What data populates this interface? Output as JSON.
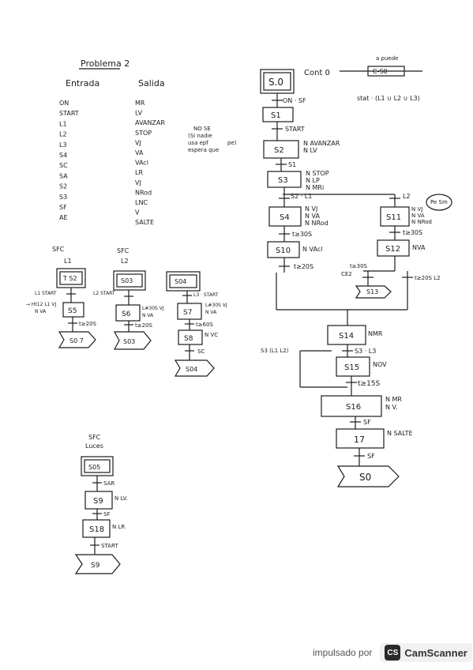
{
  "title": "Problema 2",
  "inputs_header": "Entrada",
  "outputs_header": "Salida",
  "io_table": {
    "inputs": [
      "ON",
      "START",
      "L1",
      "L2",
      "L3",
      "S4",
      "SC",
      "SA",
      "S2",
      "S3",
      "SF",
      "AE"
    ],
    "outputs": [
      "MR",
      "LV",
      "AVANZAR",
      "STOP",
      "VJ",
      "VA",
      "VAcl",
      "LR",
      "VJ",
      "NRod",
      "LNC",
      "V",
      "SALTE"
    ]
  },
  "main_sfc": {
    "steps": {
      "s0": "S.0",
      "s1": "S1",
      "s2": "S2",
      "s3": "S3",
      "s4": "S4",
      "s10": "S10",
      "s11": "S11",
      "s12": "S12",
      "s13": "S13",
      "s14": "S14",
      "s15": "S15",
      "s16": "S16",
      "s17": "17",
      "jump_s0": "S0",
      "jump_s13": "S13"
    },
    "labels": {
      "cont0": "Cont 0",
      "counter_value": "C-S0",
      "counter_top": "a puede",
      "on_sf": "ON · SF",
      "stat": "stat · (L1 ∪ L2 ∪ L3)",
      "start": "START",
      "s2_actions": [
        "N AVANZAR",
        "N LV"
      ],
      "s1_trans": "S1",
      "s3_actions": [
        "N STOP",
        "N LP",
        "N MRi"
      ],
      "s2l1": "S2 · L1",
      "l2": "L2",
      "s4_actions": [
        "N VJ",
        "N VA",
        "N NRod"
      ],
      "s11_actions": [
        "N VJ",
        "N VA",
        "N NRod"
      ],
      "t30": "t≥30S",
      "t30b": "t≥30S",
      "s10_action": "N VAcl",
      "s12_action": "NVA",
      "t20": "t≥20S",
      "t20b": "t≥20S L2",
      "t30c": "t≥30S",
      "ce": "CE2",
      "s14_action": "NMR",
      "s3l1": "S3 (L1 L2)",
      "s3l3": "S3 · L3",
      "s15_action": "NOV",
      "t15": "t≥15S",
      "s16_actions": [
        "N MR",
        "N V."
      ],
      "sf1": "SF",
      "s17_action": "N SALTE",
      "sf2": "SF",
      "note": [
        "NO SE",
        "(Si nadie",
        "usa epf",
        "espera que",
        "pe)"
      ],
      "pe": "Pe Sm"
    }
  },
  "sfc_l1": {
    "title": [
      "SFC",
      "L1"
    ],
    "steps": {
      "init": "T S2",
      "s5": "S5",
      "jump": "S0 7"
    },
    "labels": {
      "trans": "L1 START",
      "act": [
        "→ Ht12 L1 VJ",
        "N VA"
      ],
      "t": "t≥20S"
    }
  },
  "sfc_l2": {
    "title": [
      "SFC",
      "L2"
    ],
    "steps": {
      "init": "S03",
      "s6": "S6",
      "jump": "S03"
    },
    "labels": {
      "trans": "L2 START",
      "act": [
        "L#30S VJ",
        "N VA"
      ],
      "t": "t≥20S"
    }
  },
  "sfc_l3": {
    "title": [],
    "steps": {
      "init": "S04",
      "s7": "S7",
      "s8": "S8",
      "jump": "S04"
    },
    "labels": {
      "trans": "L3 · START",
      "act": [
        "L#30S VJ",
        "N VA"
      ],
      "t": "t≥60S",
      "s8act": "N VC",
      "sc": "SC"
    }
  },
  "sfc_luces": {
    "title": [
      "SFC",
      "Luces"
    ],
    "steps": {
      "init": "S05",
      "s9": "S9",
      "s18": "S18",
      "jump": "S9"
    },
    "labels": {
      "t1": "SAR",
      "s9act": "N LV.",
      "t2": "SF",
      "s18act": "N LR",
      "t3": "START"
    }
  },
  "footer": {
    "powered_by": "impulsado por",
    "brand": "CamScanner",
    "logo": "CS"
  }
}
